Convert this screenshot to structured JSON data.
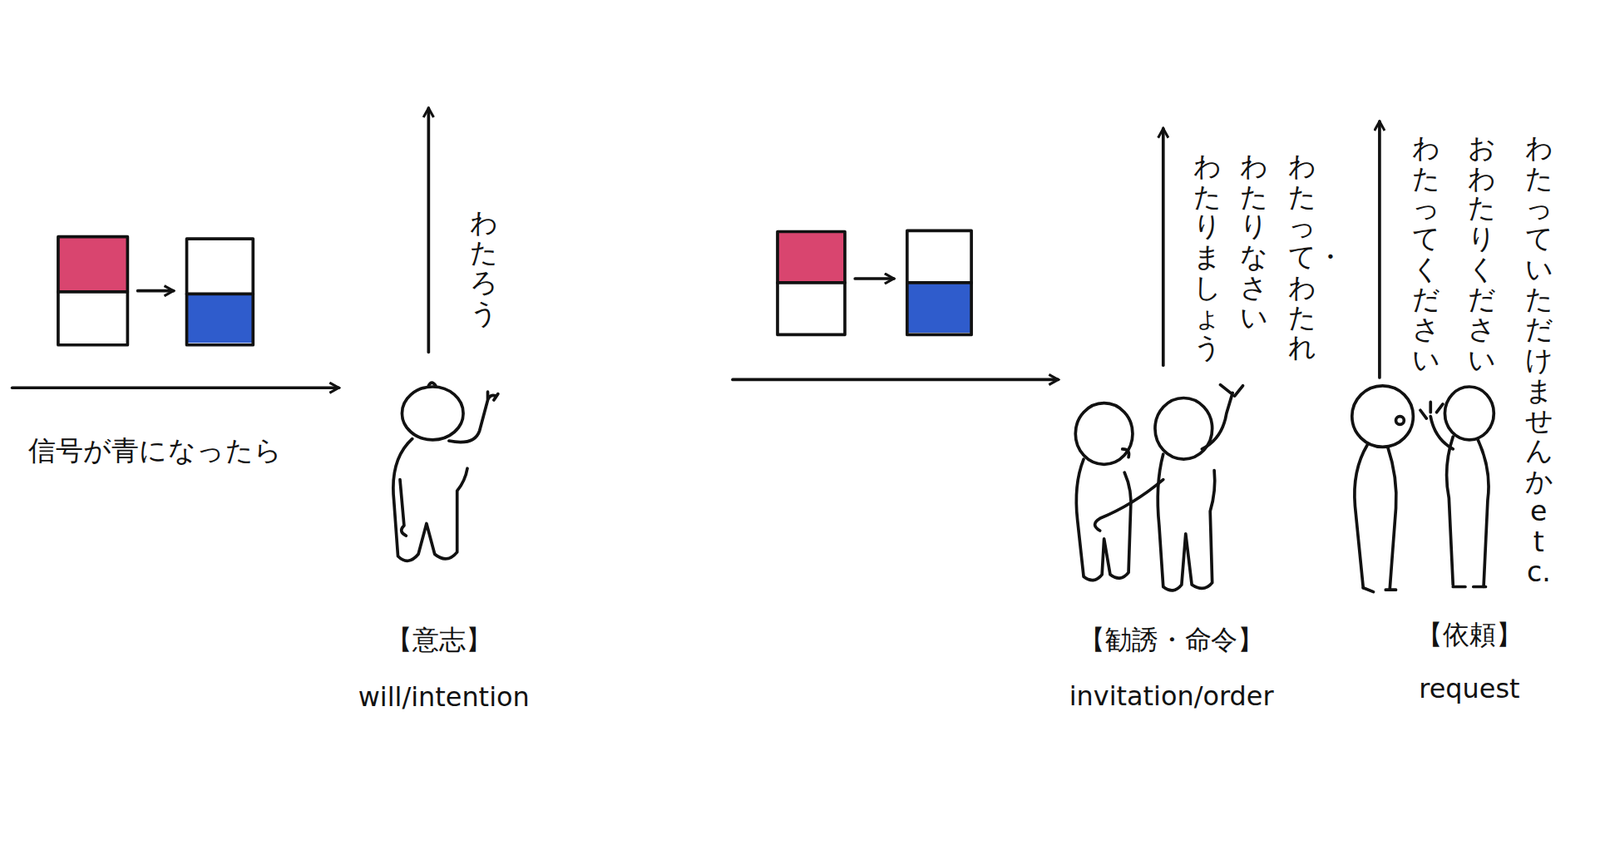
{
  "diagram": {
    "labels": [
      "信号が青になったら",
      "わたろう",
      "【意志】",
      "will/intention",
      "わたって・わたれ",
      "わたりなさい",
      "わたりましょう",
      "【勧誘・命令】",
      "invitation/order",
      "わたっていただけませんか etc.",
      "おわたりください",
      "わたってください",
      "【依頼】",
      "request"
    ]
  }
}
